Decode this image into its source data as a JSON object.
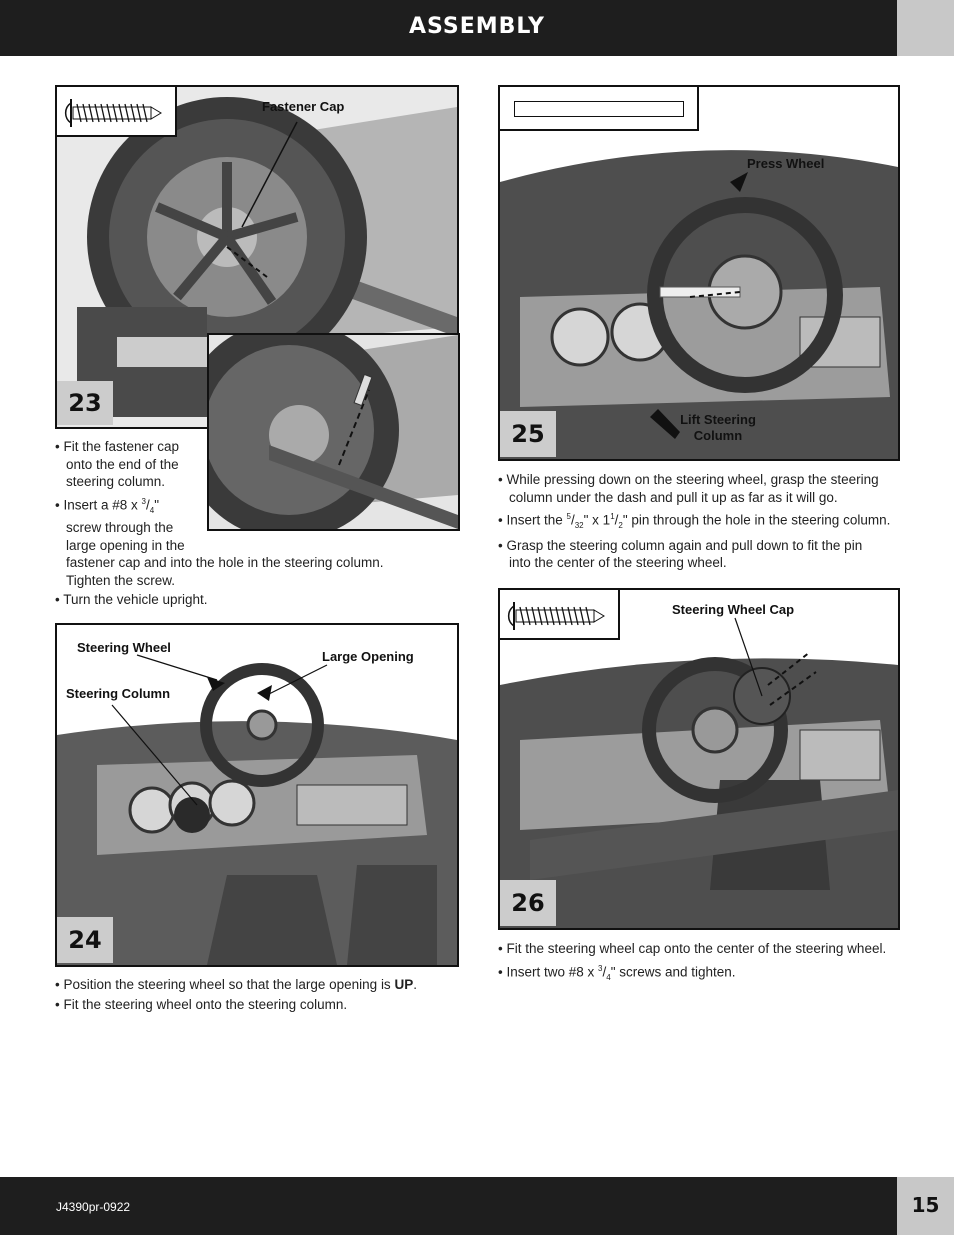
{
  "header": {
    "title": "ASSEMBLY"
  },
  "footer": {
    "doc_code": "J4390pr-0922",
    "page_number": "15"
  },
  "steps": [
    {
      "number": "23",
      "callouts": {
        "fastener_cap": "Fastener Cap"
      },
      "instructions": [
        "• Fit the fastener cap onto the end of the steering column.",
        "• Insert a #8 x 3/4\" screw through the large opening in the fastener cap and into the hole in the steering column. Tighten the screw.",
        "• Turn the vehicle upright."
      ]
    },
    {
      "number": "24",
      "callouts": {
        "steering_wheel": "Steering Wheel",
        "large_opening": "Large Opening",
        "steering_column": "Steering Column"
      },
      "instructions": [
        "• Position the steering wheel so that the large opening is UP.",
        "• Fit the steering wheel onto the steering column."
      ]
    },
    {
      "number": "25",
      "callouts": {
        "press_wheel": "Press Wheel",
        "lift_steering_column": "Lift Steering Column"
      },
      "instructions": [
        "• While pressing down on the steering wheel, grasp the steering column under the dash and pull it up as far as it will go.",
        "• Insert the 5/32\" x 1 1/2\" pin through the hole in the steering column.",
        "• Grasp the steering column again and pull down to fit the pin into the center of the steering wheel."
      ]
    },
    {
      "number": "26",
      "callouts": {
        "steering_wheel_cap": "Steering Wheel Cap"
      },
      "instructions": [
        "• Fit the steering wheel cap onto the center of the steering wheel.",
        "• Insert two #8 x 3/4\" screws and tighten."
      ]
    }
  ],
  "text": {
    "s23_l1": "• Fit the fastener cap",
    "s23_l2": "onto the end of the",
    "s23_l3": "steering column.",
    "s23_l4a": "• Insert a #8 x ",
    "s23_l4b": "3",
    "s23_l4c": "/",
    "s23_l4d": "4",
    "s23_l4e": "\"",
    "s23_l5": "screw through the",
    "s23_l6": "large opening in the",
    "s23_l7": "fastener cap and into the hole in the steering column.",
    "s23_l8": "Tighten the screw.",
    "s23_l9": "• Turn the vehicle upright.",
    "s24_l1a": "• Position the steering wheel so that the large opening is ",
    "s24_l1b": "UP",
    "s24_l1c": ".",
    "s24_l2": "• Fit the steering wheel onto the steering column.",
    "s25_l1": "• While pressing down on the steering wheel, grasp the steering",
    "s25_l2": "column under the dash and pull it up as far as it will go.",
    "s25_l3a": "• Insert the ",
    "s25_l3b": "5",
    "s25_l3c": "/",
    "s25_l3d": "32",
    "s25_l3e": "\" x 1",
    "s25_l3f": "1",
    "s25_l3g": "/",
    "s25_l3h": "2",
    "s25_l3i": "\" pin through the hole in the steering column.",
    "s25_l4": "• Grasp the steering column again and pull down to fit the pin",
    "s25_l5": "into the center of the steering wheel.",
    "s26_l1": "• Fit the steering wheel cap onto the center of the steering wheel.",
    "s26_l2a": "• Insert two #8 x ",
    "s26_l2b": "3",
    "s26_l2c": "/",
    "s26_l2d": "4",
    "s26_l2e": "\" screws and tighten."
  },
  "colors": {
    "header_bg": "#1e1e1e",
    "tab_gray": "#c8c8c8",
    "panel_bg": "#eeeeee"
  }
}
